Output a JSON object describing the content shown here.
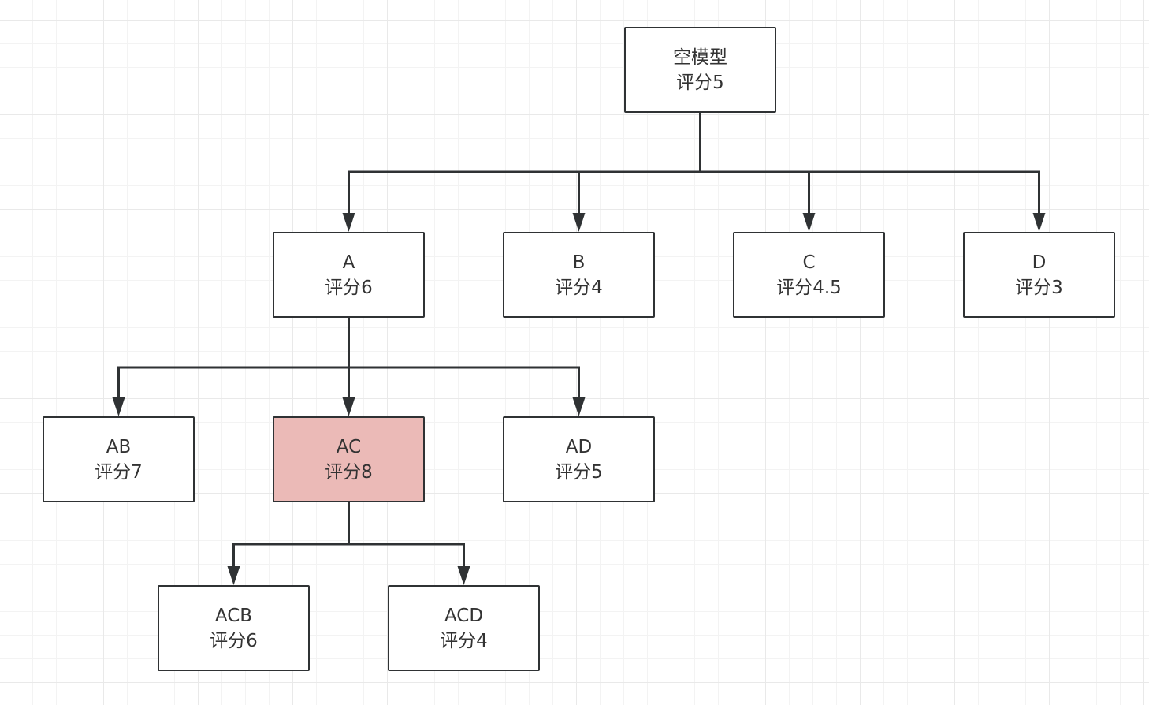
{
  "diagram": {
    "title": "",
    "colors": {
      "highlight_fill": "#ebbab7",
      "stroke": "#2f3234",
      "text": "#333333"
    },
    "nodes": [
      {
        "id": "root",
        "name": "空模型",
        "score_text": "评分5",
        "score": 5,
        "highlighted": false
      },
      {
        "id": "A",
        "name": "A",
        "score_text": "评分6",
        "score": 6,
        "highlighted": false
      },
      {
        "id": "B",
        "name": "B",
        "score_text": "评分4",
        "score": 4,
        "highlighted": false
      },
      {
        "id": "C",
        "name": "C",
        "score_text": "评分4.5",
        "score": 4.5,
        "highlighted": false
      },
      {
        "id": "D",
        "name": "D",
        "score_text": "评分3",
        "score": 3,
        "highlighted": false
      },
      {
        "id": "AB",
        "name": "AB",
        "score_text": "评分7",
        "score": 7,
        "highlighted": false
      },
      {
        "id": "AC",
        "name": "AC",
        "score_text": "评分8",
        "score": 8,
        "highlighted": true
      },
      {
        "id": "AD",
        "name": "AD",
        "score_text": "评分5",
        "score": 5,
        "highlighted": false
      },
      {
        "id": "ACB",
        "name": "ACB",
        "score_text": "评分6",
        "score": 6,
        "highlighted": false
      },
      {
        "id": "ACD",
        "name": "ACD",
        "score_text": "评分4",
        "score": 4,
        "highlighted": false
      }
    ],
    "edges": [
      {
        "from": "root",
        "to": "A"
      },
      {
        "from": "root",
        "to": "B"
      },
      {
        "from": "root",
        "to": "C"
      },
      {
        "from": "root",
        "to": "D"
      },
      {
        "from": "A",
        "to": "AB"
      },
      {
        "from": "A",
        "to": "AC"
      },
      {
        "from": "A",
        "to": "AD"
      },
      {
        "from": "AC",
        "to": "ACB"
      },
      {
        "from": "AC",
        "to": "ACD"
      }
    ]
  }
}
